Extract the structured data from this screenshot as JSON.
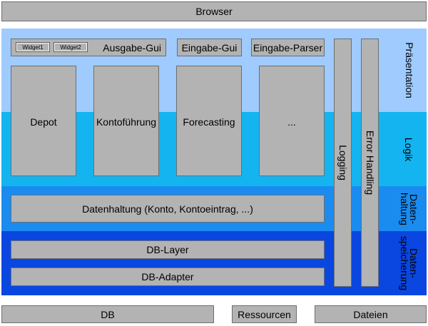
{
  "browser": "Browser",
  "layers": {
    "praesentation": "Präsentation",
    "logik": "Logik",
    "datenhaltung": "Daten-\nhaltung",
    "datenspeicherung": "Daten-\nspeicherung"
  },
  "presentation": {
    "widget1": "Widget1",
    "widget2": "Widget2",
    "ausgabe_gui": "Ausgabe-Gui",
    "eingabe_gui": "Eingabe-Gui",
    "eingabe_parser": "Eingabe-Parser"
  },
  "modules": [
    "Depot",
    "Kontoführung",
    "Forecasting",
    "..."
  ],
  "cross_cutting": {
    "logging": "Logging",
    "error_handling": "Error Handling"
  },
  "datenhaltung": "Datenhaltung (Konto, Kontoeintrag, ...)",
  "db_layer": "DB-Layer",
  "db_adapter": "DB-Adapter",
  "bottom": {
    "db": "DB",
    "ressourcen": "Ressourcen",
    "dateien": "Dateien"
  }
}
